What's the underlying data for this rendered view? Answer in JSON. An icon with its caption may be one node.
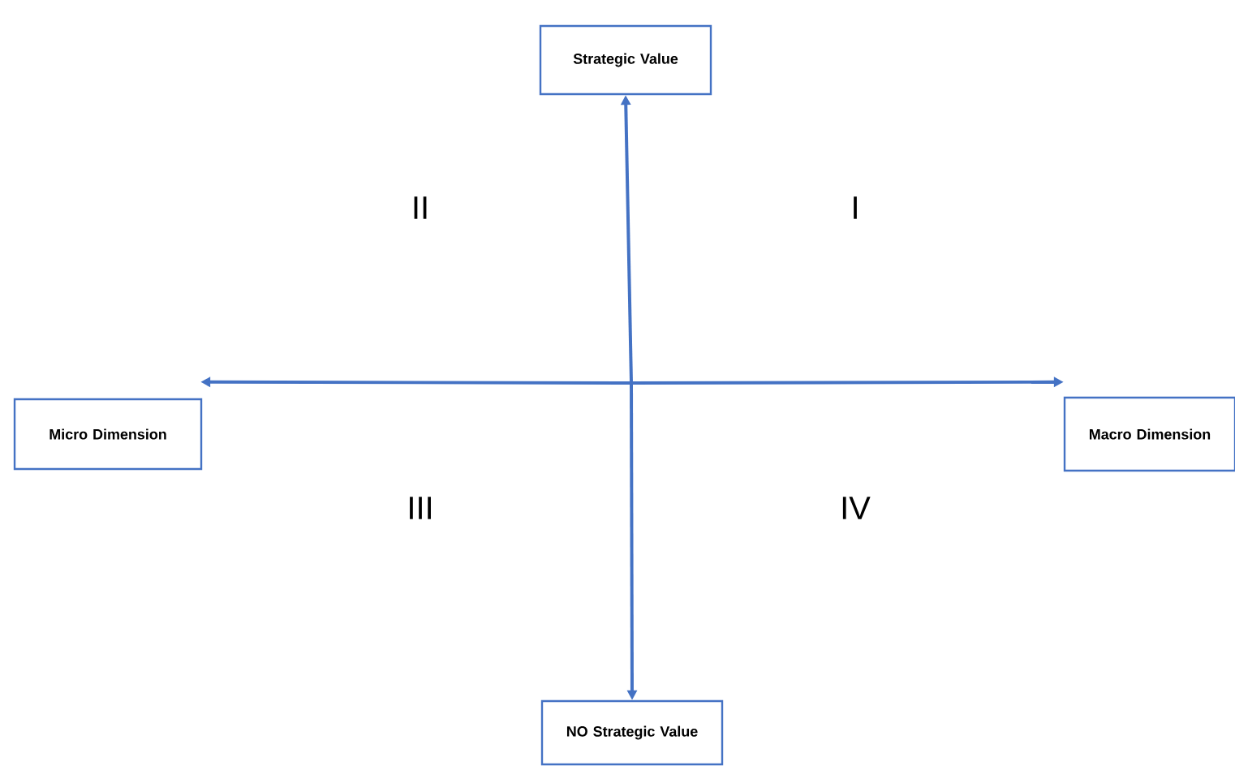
{
  "diagram": {
    "nodes": [
      {
        "text": [
          "Strategic Value"
        ]
      },
      {
        "text": [
          "Micro Dimension"
        ]
      },
      {
        "text": [
          "Macro Dimension"
        ]
      },
      {
        "text": [
          "NO Strategic Value"
        ]
      }
    ],
    "edges": [
      {
        "from": null,
        "to": 0,
        "arrow": "to"
      },
      {
        "from": null,
        "to": 1,
        "arrow": "to"
      },
      {
        "from": null,
        "to": 2,
        "arrow": "to"
      },
      {
        "from": null,
        "to": 3,
        "arrow": "to"
      }
    ],
    "labels": [
      "II",
      "I",
      "III",
      "IV"
    ]
  }
}
